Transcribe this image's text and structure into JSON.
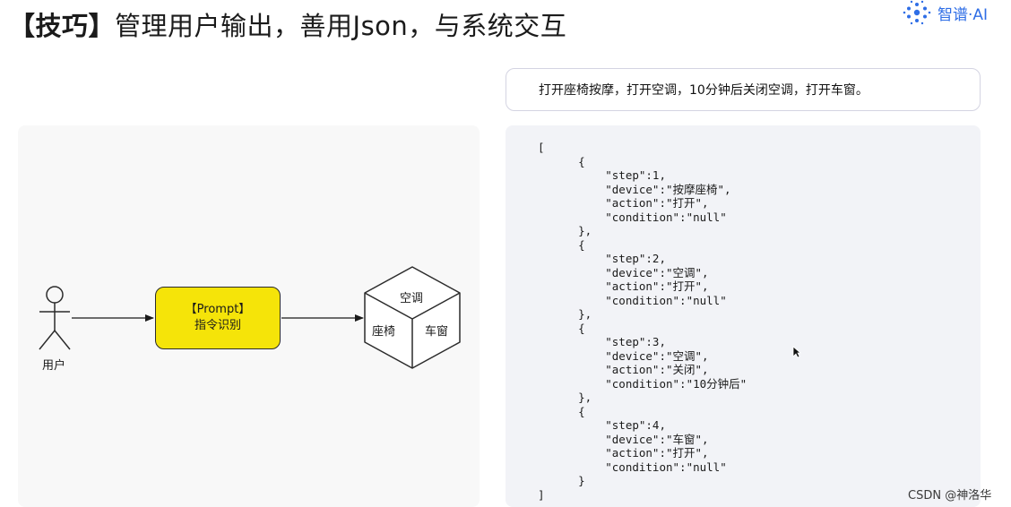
{
  "header": {
    "title_tag": "【技巧】",
    "title_text": "管理用户输出，善用Json，与系统交互",
    "logo_text": "智谱·AI"
  },
  "diagram": {
    "user_label": "用户",
    "prompt_line1": "【Prompt】",
    "prompt_line2": "指令识别",
    "cube_top": "空调",
    "cube_left": "座椅",
    "cube_right": "车窗"
  },
  "instruction": "打开座椅按摩，打开空调，10分钟后关闭空调，打开车窗。",
  "json_output": [
    {
      "step": 1,
      "device": "按摩座椅",
      "action": "打开",
      "condition": "null"
    },
    {
      "step": 2,
      "device": "空调",
      "action": "打开",
      "condition": "null"
    },
    {
      "step": 3,
      "device": "空调",
      "action": "关闭",
      "condition": "10分钟后"
    },
    {
      "step": 4,
      "device": "车窗",
      "action": "打开",
      "condition": "null"
    }
  ],
  "watermark": "CSDN @神洛华"
}
